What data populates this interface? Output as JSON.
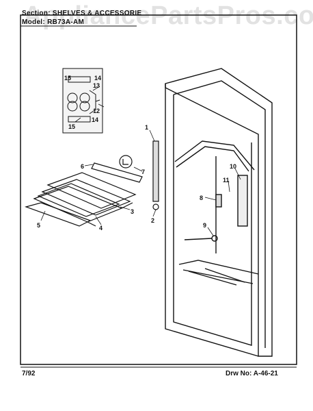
{
  "header": {
    "section": "Section: SHELVES & ACCESSORIE",
    "model": "Model: RB73A-AM"
  },
  "watermark": "AppliancePartsPros.com",
  "footer": {
    "date": "7/92",
    "drawing": "Drw No: A-46-21"
  },
  "callouts": [
    "1",
    "2",
    "3",
    "4",
    "5",
    "6",
    "7",
    "8",
    "9",
    "10",
    "11",
    "12",
    "13",
    "14",
    "14",
    "15",
    "15"
  ]
}
